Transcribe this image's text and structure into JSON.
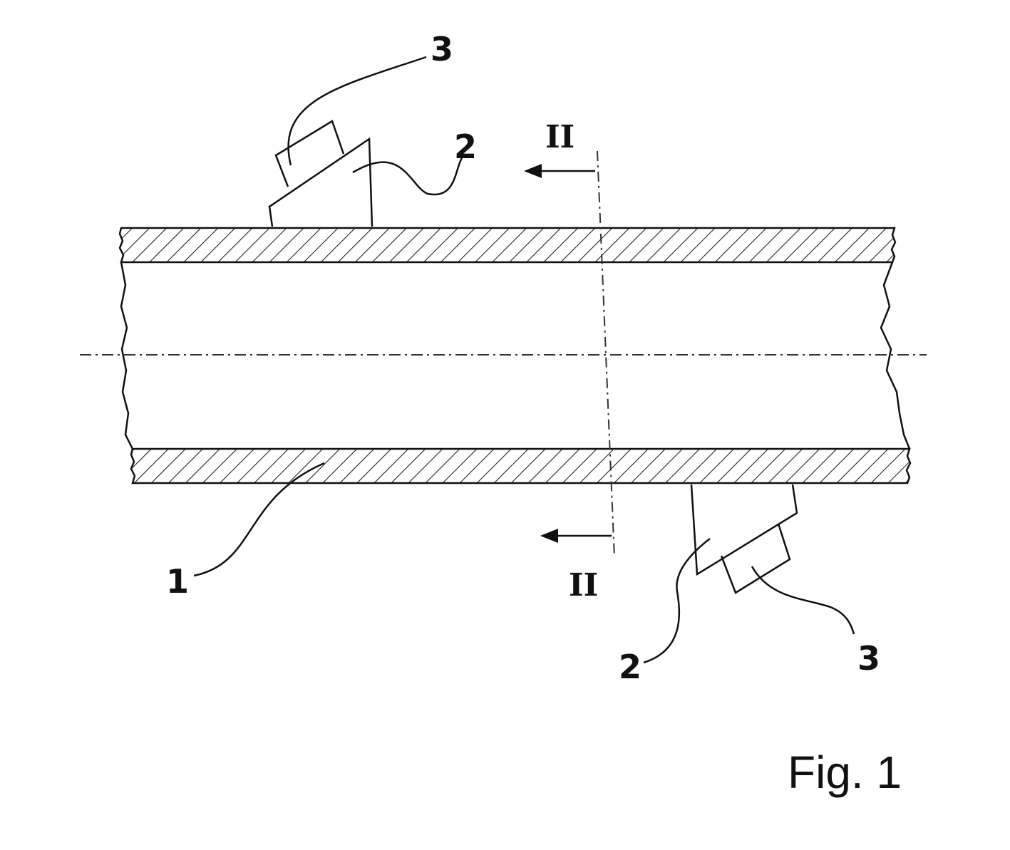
{
  "figure": {
    "caption": "Fig. 1",
    "labels": {
      "pipe": "1",
      "wedge_top": "2",
      "wedge_bottom": "2",
      "transducer_top": "3",
      "transducer_bottom": "3",
      "section_top": "II",
      "section_bottom": "II"
    }
  }
}
